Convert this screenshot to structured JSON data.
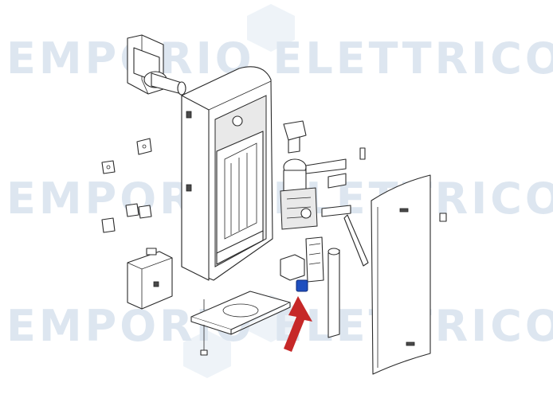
{
  "watermark": {
    "rows": [
      "EMPORIO  ELETTRICO",
      "EMPORIO  ELETTRICO",
      "EMPORIO  ELETTRICO"
    ],
    "color": "#dde6f0"
  },
  "highlight": {
    "arrow_color": "#c62828",
    "part_color": "#1f4fbf"
  }
}
